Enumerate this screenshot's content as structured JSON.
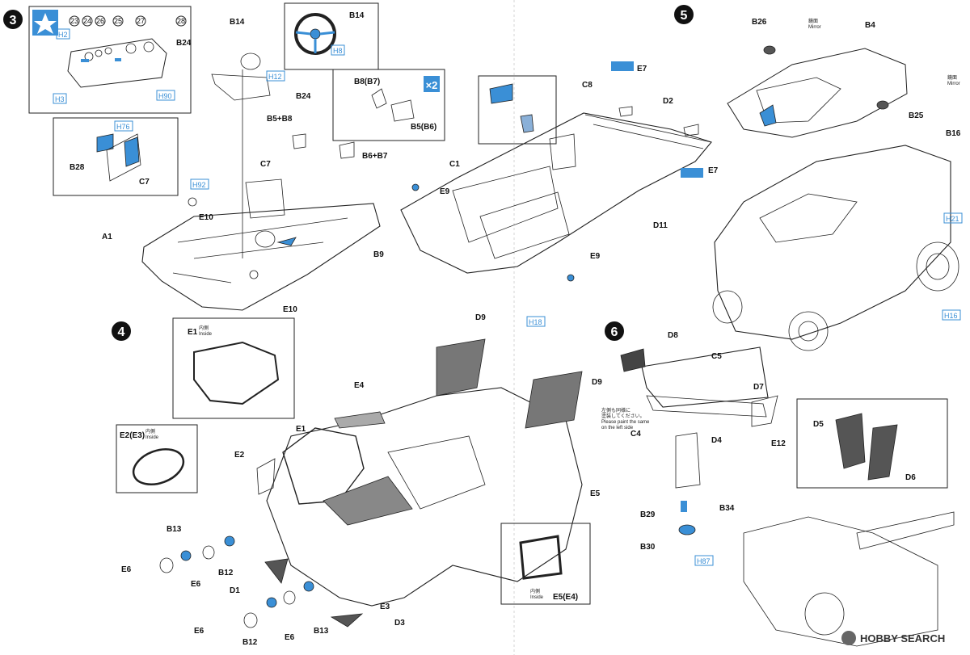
{
  "steps": [
    "3",
    "4",
    "5",
    "6"
  ],
  "multiplier": "×2",
  "watermark": "HOBBY SEARCH",
  "parts": {
    "B14": "B14",
    "B14b": "B14",
    "B24": "B24",
    "B24b": "B24",
    "B5B8": "B5+B8",
    "B8B7": "B8(B7)",
    "B5B6": "B5(B6)",
    "B6B7": "B6+B7",
    "C7": "C7",
    "C7b": "C7",
    "B28": "B28",
    "E10": "E10",
    "E10b": "E10",
    "A1": "A1",
    "B9": "B9",
    "C8": "C8",
    "E7": "E7",
    "E7b": "E7",
    "D2": "D2",
    "C1": "C1",
    "E9": "E9",
    "E9b": "E9",
    "D11": "D11",
    "B26": "B26",
    "B4": "B4",
    "B25": "B25",
    "B16": "B16",
    "E1": "E1",
    "E1b": "E1",
    "E2E3": "E2(E3)",
    "E2": "E2",
    "E4": "E4",
    "E5": "E5",
    "E5E4": "E5(E4)",
    "D9": "D9",
    "D9b": "D9",
    "B13": "B13",
    "B13b": "B13",
    "B12": "B12",
    "B12b": "B12",
    "E6": "E6",
    "E6b": "E6",
    "E6c": "E6",
    "E6d": "E6",
    "D1": "D1",
    "E3": "E3",
    "D3": "D3",
    "D8": "D8",
    "C5": "C5",
    "D7": "D7",
    "C4": "C4",
    "D4": "D4",
    "E12": "E12",
    "B34": "B34",
    "D5": "D5",
    "D6": "D6",
    "B29": "B29",
    "B30": "B30"
  },
  "callouts": [
    "23",
    "24",
    "26",
    "25",
    "27",
    "28"
  ],
  "paint_codes": [
    "H2",
    "H3",
    "H8",
    "H12",
    "H16",
    "H18",
    "H21",
    "H76",
    "H87",
    "H90",
    "H92"
  ],
  "notes": {
    "inside_jp": "内側",
    "inside": "Inside",
    "mirror_jp": "鏡面",
    "mirror": "Mirror",
    "left_jp1": "左側も同様に",
    "left_jp2": "塗装してください。",
    "left_en1": "Please paint the same",
    "left_en2": "on the left side"
  }
}
